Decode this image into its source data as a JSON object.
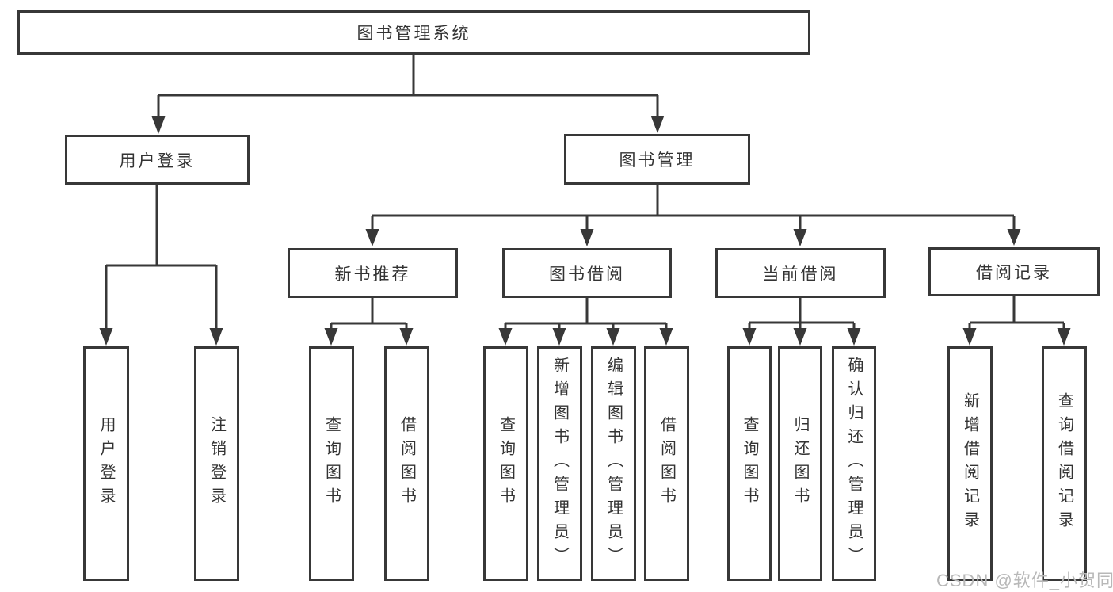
{
  "diagram_title": "图书管理系统",
  "colors": {
    "line": "#383838",
    "node_border": "#383838",
    "node_text": "#333333",
    "background": "#ffffff",
    "watermark_text_color": "#b8b8b8"
  },
  "nodes": {
    "root": {
      "label": "图书管理系统"
    },
    "userLogin": {
      "label": "用户登录"
    },
    "bookManagement": {
      "label": "图书管理"
    },
    "newBookRecommend": {
      "label": "新书推荐"
    },
    "bookBorrow": {
      "label": "图书借阅"
    },
    "currentBorrow": {
      "label": "当前借阅"
    },
    "borrowRecords": {
      "label": "借阅记录"
    },
    "leafUserLogin": {
      "label": "用户登录"
    },
    "leafLogout": {
      "label": "注销登录"
    },
    "leafQueryBooksA": {
      "label": "查询图书"
    },
    "leafBorrowBooksA": {
      "label": "借阅图书"
    },
    "leafQueryBooksB": {
      "label": "查询图书"
    },
    "leafAddBooks": {
      "label": "新增图书（管理员）"
    },
    "leafEditBooks": {
      "label": "编辑图书（管理员）"
    },
    "leafBorrowBooksB": {
      "label": "借阅图书"
    },
    "leafQueryBooksC": {
      "label": "查询图书"
    },
    "leafReturnBooks": {
      "label": "归还图书"
    },
    "leafConfirmReturn": {
      "label": "确认归还（管理员）"
    },
    "leafAddBorrowRecord": {
      "label": "新增借阅记录"
    },
    "leafQueryBorrowRecord": {
      "label": "查询借阅记录"
    }
  },
  "hierarchy": {
    "图书管理系统": {
      "用户登录": [
        "用户登录",
        "注销登录"
      ],
      "图书管理": {
        "新书推荐": [
          "查询图书",
          "借阅图书"
        ],
        "图书借阅": [
          "查询图书",
          "新增图书（管理员）",
          "编辑图书（管理员）",
          "借阅图书"
        ],
        "当前借阅": [
          "查询图书",
          "归还图书",
          "确认归还（管理员）"
        ],
        "借阅记录": [
          "新增借阅记录",
          "查询借阅记录"
        ]
      }
    }
  },
  "watermark": {
    "text": "CSDN @软件_小贺同学"
  }
}
